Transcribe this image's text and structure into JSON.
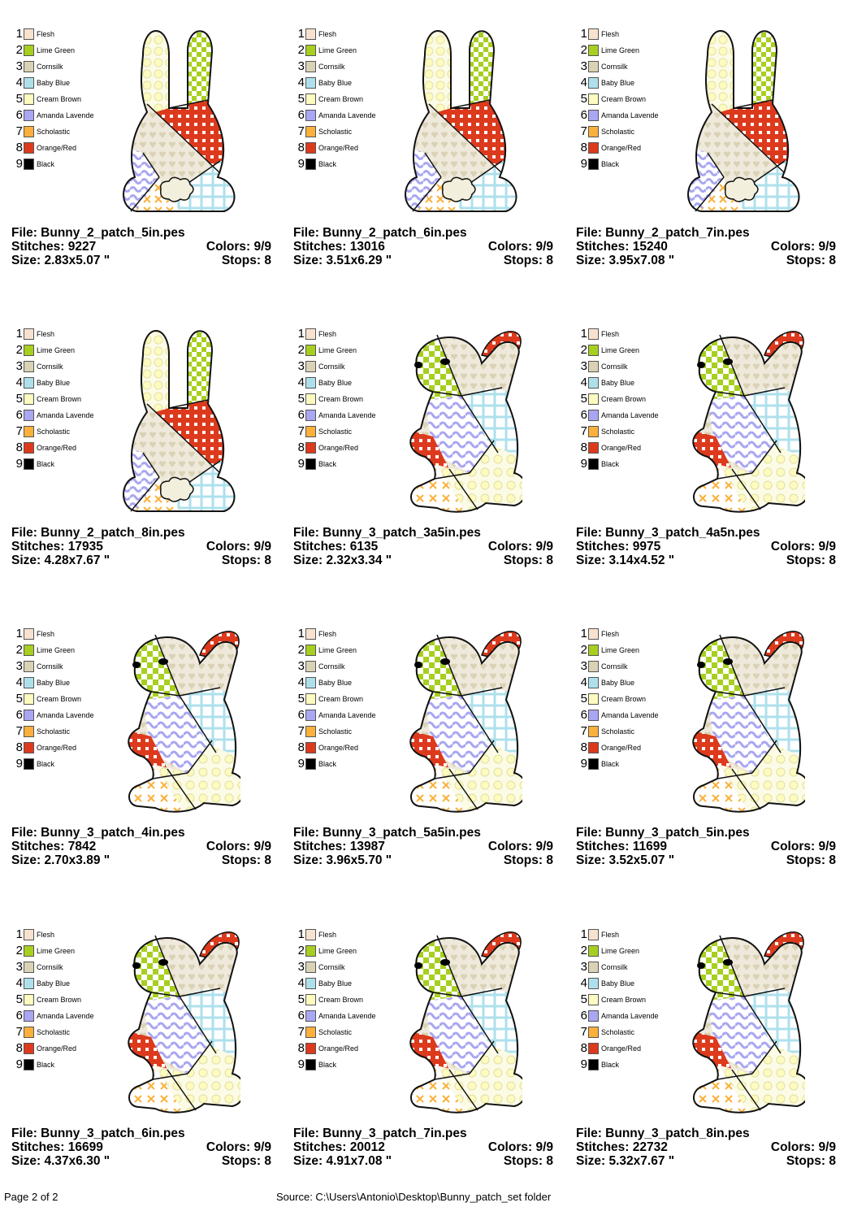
{
  "palette": [
    {
      "num": "1",
      "name": "Flesh",
      "color": "#f7e2cf"
    },
    {
      "num": "2",
      "name": "Lime Green",
      "color": "#a7cf1f"
    },
    {
      "num": "3",
      "name": "Cornsilk",
      "color": "#d9d2b5"
    },
    {
      "num": "4",
      "name": "Baby Blue",
      "color": "#aee0ec"
    },
    {
      "num": "5",
      "name": "Cream Brown",
      "color": "#fdfbbf"
    },
    {
      "num": "6",
      "name": "Amanda Lavende",
      "color": "#a9a6f2"
    },
    {
      "num": "7",
      "name": "Scholastic",
      "color": "#fbb03b"
    },
    {
      "num": "8",
      "name": "Orange/Red",
      "color": "#dd3a1d"
    },
    {
      "num": "9",
      "name": "Black",
      "color": "#000000"
    }
  ],
  "designs": [
    {
      "shape": "bunny2",
      "file": "File: Bunny_2_patch_5in.pes",
      "stitches": "Stitches: 9227",
      "colors": "Colors: 9/9",
      "size": "Size: 2.83x5.07 \"",
      "stops": "Stops: 8"
    },
    {
      "shape": "bunny2",
      "file": "File: Bunny_2_patch_6in.pes",
      "stitches": "Stitches: 13016",
      "colors": "Colors: 9/9",
      "size": "Size: 3.51x6.29 \"",
      "stops": "Stops: 8"
    },
    {
      "shape": "bunny2",
      "file": "File: Bunny_2_patch_7in.pes",
      "stitches": "Stitches: 15240",
      "colors": "Colors: 9/9",
      "size": "Size: 3.95x7.08 \"",
      "stops": "Stops: 8"
    },
    {
      "shape": "bunny2",
      "file": "File: Bunny_2_patch_8in.pes",
      "stitches": "Stitches: 17935",
      "colors": "Colors: 9/9",
      "size": "Size: 4.28x7.67 \"",
      "stops": "Stops: 8"
    },
    {
      "shape": "bunny3",
      "file": "File: Bunny_3_patch_3a5in.pes",
      "stitches": "Stitches: 6135",
      "colors": "Colors: 9/9",
      "size": "Size: 2.32x3.34 \"",
      "stops": "Stops: 8"
    },
    {
      "shape": "bunny3",
      "file": "File: Bunny_3_patch_4a5n.pes",
      "stitches": "Stitches: 9975",
      "colors": "Colors: 9/9",
      "size": "Size: 3.14x4.52 \"",
      "stops": "Stops: 8"
    },
    {
      "shape": "bunny3",
      "file": "File: Bunny_3_patch_4in.pes",
      "stitches": "Stitches: 7842",
      "colors": "Colors: 9/9",
      "size": "Size: 2.70x3.89 \"",
      "stops": "Stops: 8"
    },
    {
      "shape": "bunny3",
      "file": "File: Bunny_3_patch_5a5in.pes",
      "stitches": "Stitches: 13987",
      "colors": "Colors: 9/9",
      "size": "Size: 3.96x5.70 \"",
      "stops": "Stops: 8"
    },
    {
      "shape": "bunny3",
      "file": "File: Bunny_3_patch_5in.pes",
      "stitches": "Stitches: 11699",
      "colors": "Colors: 9/9",
      "size": "Size: 3.52x5.07 \"",
      "stops": "Stops: 8"
    },
    {
      "shape": "bunny3",
      "file": "File: Bunny_3_patch_6in.pes",
      "stitches": "Stitches: 16699",
      "colors": "Colors: 9/9",
      "size": "Size: 4.37x6.30 \"",
      "stops": "Stops: 8"
    },
    {
      "shape": "bunny3",
      "file": "File: Bunny_3_patch_7in.pes",
      "stitches": "Stitches: 20012",
      "colors": "Colors: 9/9",
      "size": "Size: 4.91x7.08 \"",
      "stops": "Stops: 8"
    },
    {
      "shape": "bunny3",
      "file": "File: Bunny_3_patch_8in.pes",
      "stitches": "Stitches: 22732",
      "colors": "Colors: 9/9",
      "size": "Size: 5.32x7.67 \"",
      "stops": "Stops: 8"
    }
  ],
  "footer": {
    "page": "Page 2 of 2",
    "source": "Source: C:\\Users\\Antonio\\Desktop\\Bunny_patch_set folder"
  }
}
